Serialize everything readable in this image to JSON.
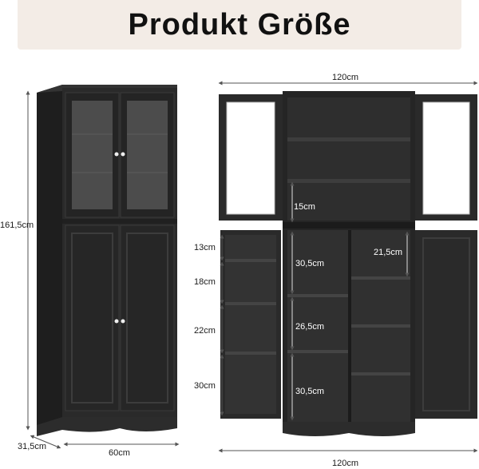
{
  "title": "Produkt Größe",
  "colors": {
    "cabinet": "#2b2b2b",
    "cabinet_dark": "#1c1c1c",
    "cabinet_edge": "#3a3a3a",
    "glass": "#4a4a4a",
    "interior_white": "#ffffff",
    "band": "#f3ece6",
    "dimension_line": "#555555"
  },
  "labels": {
    "width_top": "120cm",
    "width_bottom": "120cm",
    "height": "161,5cm",
    "depth": "31,5cm",
    "width_closed": "60cm",
    "upper_shelf": "15cm",
    "left_shelf_1": "13cm",
    "left_shelf_2": "18cm",
    "left_shelf_3": "22cm",
    "left_shelf_4": "30cm",
    "middle_1": "30,5cm",
    "middle_2": "26,5cm",
    "middle_3": "30,5cm",
    "right_1": "21,5cm"
  }
}
